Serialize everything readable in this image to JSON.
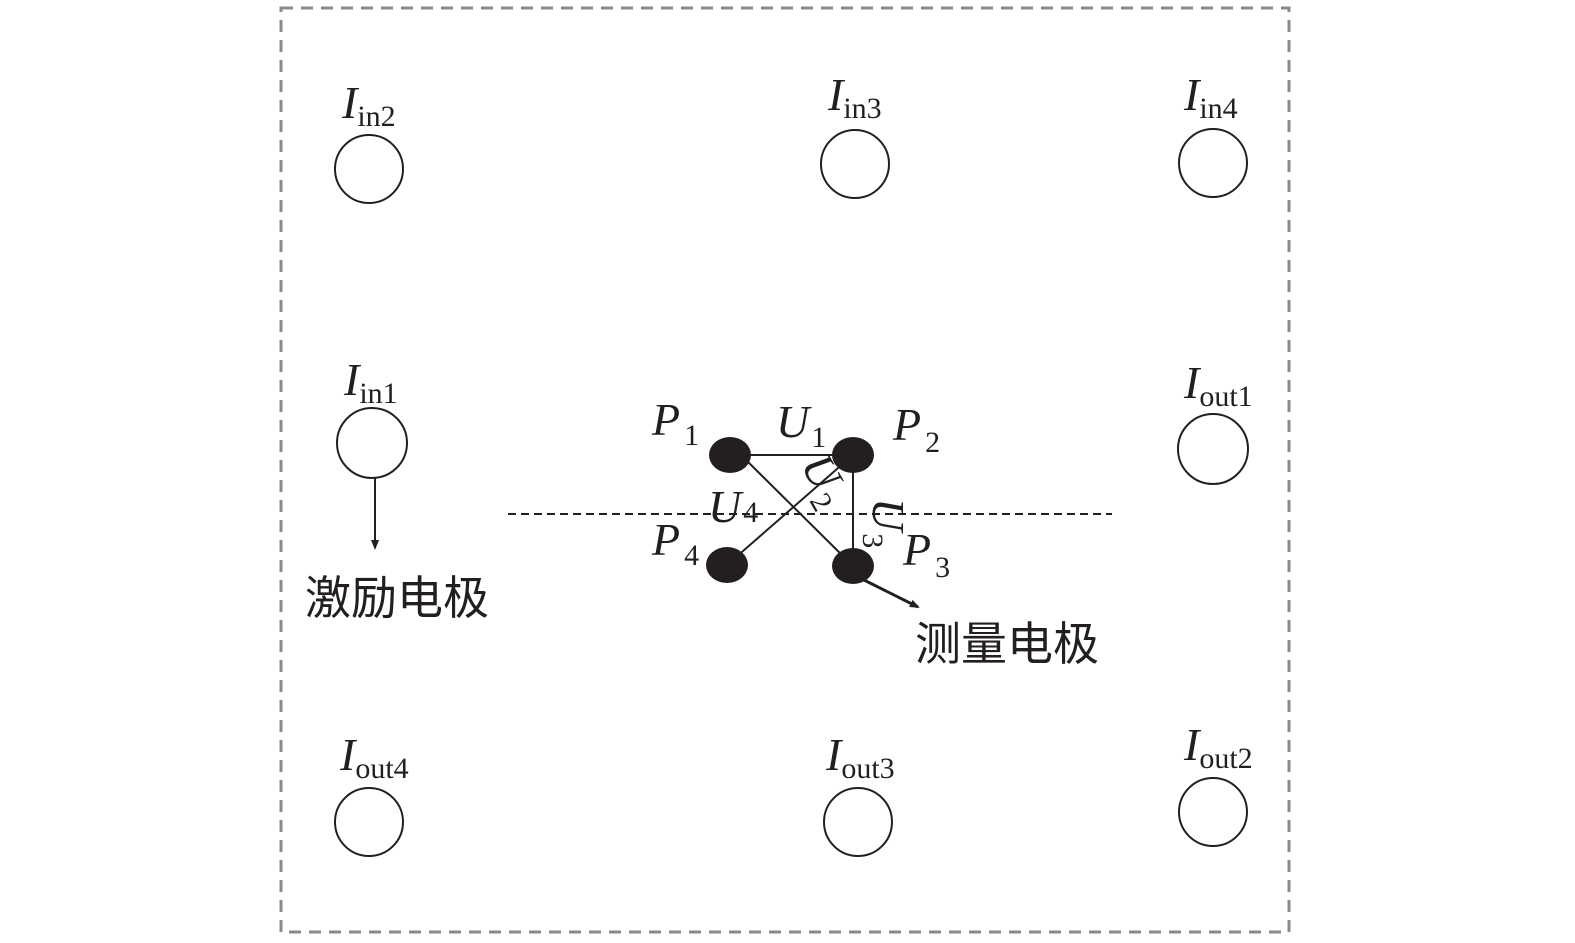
{
  "electrodes": [
    {
      "id": "in2",
      "symbol": "I",
      "sub": "in2"
    },
    {
      "id": "in3",
      "symbol": "I",
      "sub": "in3"
    },
    {
      "id": "in4",
      "symbol": "I",
      "sub": "in4"
    },
    {
      "id": "in1",
      "symbol": "I",
      "sub": "in1"
    },
    {
      "id": "out1",
      "symbol": "I",
      "sub": "out1"
    },
    {
      "id": "out4",
      "symbol": "I",
      "sub": "out4"
    },
    {
      "id": "out3",
      "symbol": "I",
      "sub": "out3"
    },
    {
      "id": "out2",
      "symbol": "I",
      "sub": "out2"
    }
  ],
  "probes": [
    {
      "symbol": "P",
      "sub": "1"
    },
    {
      "symbol": "P",
      "sub": "2"
    },
    {
      "symbol": "P",
      "sub": "3"
    },
    {
      "symbol": "P",
      "sub": "4"
    }
  ],
  "voltages": [
    {
      "symbol": "U",
      "sub": "1"
    },
    {
      "symbol": "U",
      "sub": "2"
    },
    {
      "symbol": "U",
      "sub": "3"
    },
    {
      "symbol": "U",
      "sub": "4"
    }
  ],
  "annotations": {
    "excitation": "激励电极",
    "measurement": "测量电极"
  }
}
